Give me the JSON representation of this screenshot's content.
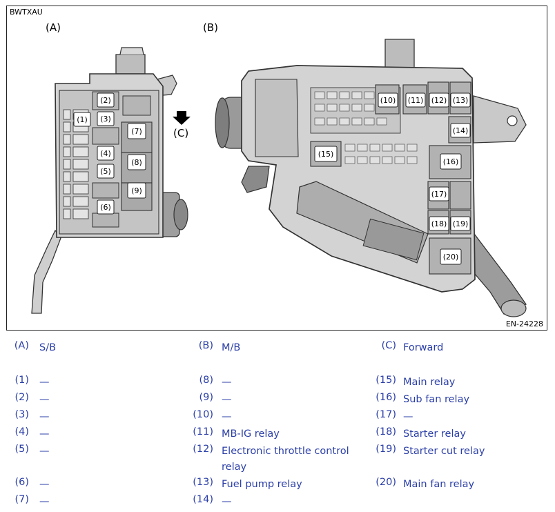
{
  "figure": {
    "code_top_left": "BWTXAU",
    "code_bottom_right": "EN-24228",
    "view_labels": {
      "a": "(A)",
      "b": "(B)",
      "c": "(C)"
    },
    "callouts_a": [
      "(1)",
      "(2)",
      "(3)",
      "(4)",
      "(5)",
      "(6)",
      "(7)",
      "(8)",
      "(9)"
    ],
    "callouts_b": [
      "(10)",
      "(11)",
      "(12)",
      "(13)",
      "(14)",
      "(15)",
      "(16)",
      "(17)",
      "(18)",
      "(19)",
      "(20)"
    ]
  },
  "legend": {
    "rows": [
      [
        {
          "n": "(A)",
          "t": "S/B"
        },
        {
          "n": "(B)",
          "t": "M/B"
        },
        {
          "n": "(C)",
          "t": "Forward"
        }
      ],
      [
        {
          "n": "(1)",
          "t": "—"
        },
        {
          "n": "(8)",
          "t": "—"
        },
        {
          "n": "(15)",
          "t": "Main relay"
        }
      ],
      [
        {
          "n": "(2)",
          "t": "—"
        },
        {
          "n": "(9)",
          "t": "—"
        },
        {
          "n": "(16)",
          "t": "Sub fan relay"
        }
      ],
      [
        {
          "n": "(3)",
          "t": "—"
        },
        {
          "n": "(10)",
          "t": "—"
        },
        {
          "n": "(17)",
          "t": "—"
        }
      ],
      [
        {
          "n": "(4)",
          "t": "—"
        },
        {
          "n": "(11)",
          "t": "MB-IG relay"
        },
        {
          "n": "(18)",
          "t": "Starter relay"
        }
      ],
      [
        {
          "n": "(5)",
          "t": "—"
        },
        {
          "n": "(12)",
          "t": "Electronic throttle control relay"
        },
        {
          "n": "(19)",
          "t": "Starter cut relay"
        }
      ],
      [
        {
          "n": "(6)",
          "t": "—"
        },
        {
          "n": "(13)",
          "t": "Fuel pump relay"
        },
        {
          "n": "(20)",
          "t": "Main fan relay"
        }
      ],
      [
        {
          "n": "(7)",
          "t": "—"
        },
        {
          "n": "(14)",
          "t": "—"
        }
      ]
    ]
  }
}
